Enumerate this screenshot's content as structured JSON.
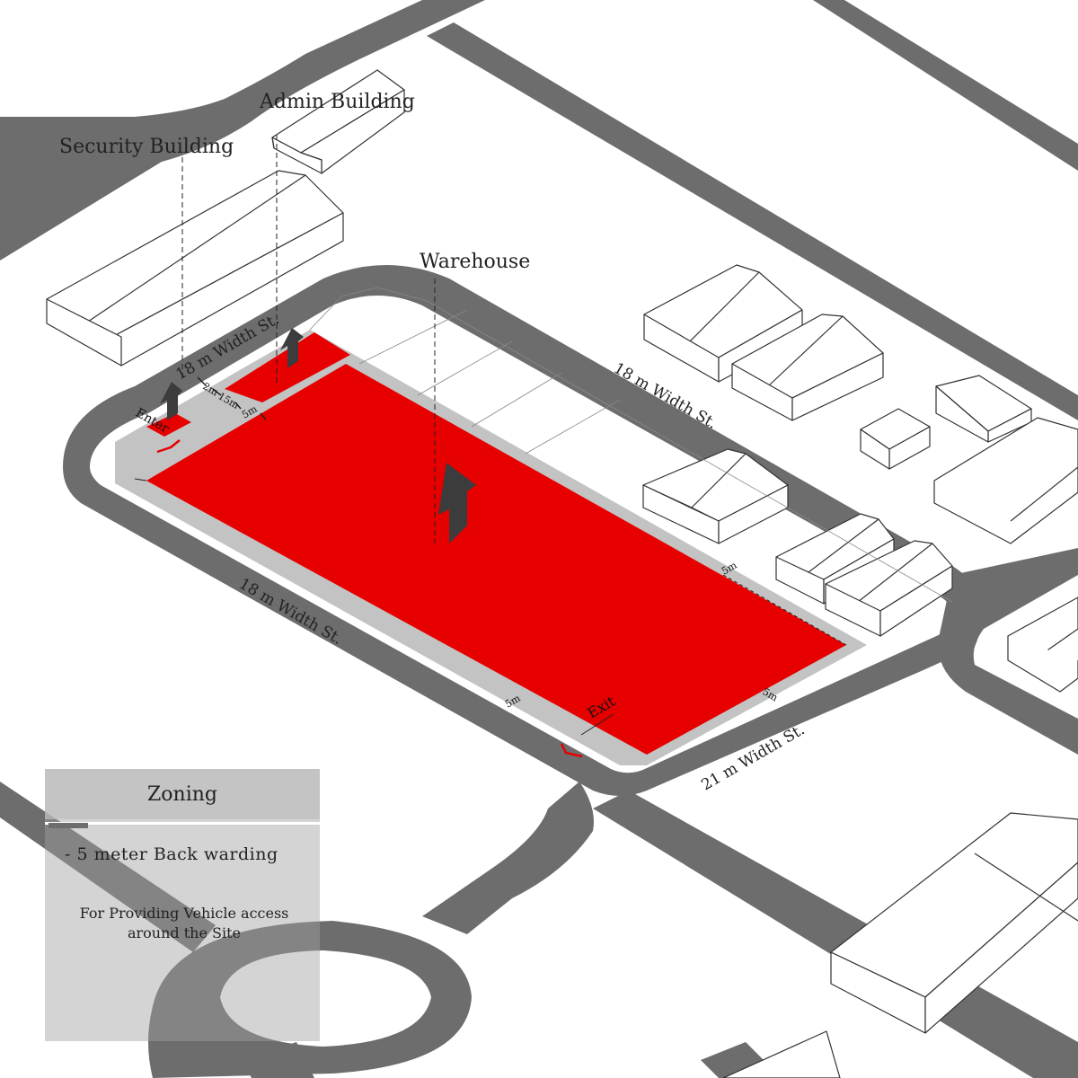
{
  "labels": {
    "security_building": "Security Building",
    "admin_building": "Admin Building",
    "warehouse": "Warehouse",
    "enter": "Enter",
    "exit": "Exit"
  },
  "streets": {
    "top": "18 m Width St.",
    "top_left": "18 m Width St.",
    "left": "18 m Width St.",
    "bottom_right": "21 m Width St."
  },
  "dimensions": {
    "d_left_top": "2m",
    "d_mid": "15m",
    "d_inner": "5m",
    "d_right": "5m",
    "d_bottom": "5m",
    "d_corner": "5m"
  },
  "legend": {
    "title": "Zoning",
    "item": "- 5 meter Back warding",
    "note_line1": "For Providing Vehicle access",
    "note_line2": "around the Site"
  },
  "colors": {
    "road": "#6d6d6d",
    "zone_red": "#e60000",
    "setback_grey": "#c3c3c3",
    "arrow": "#3c3c3c",
    "building_outline": "#333333"
  }
}
